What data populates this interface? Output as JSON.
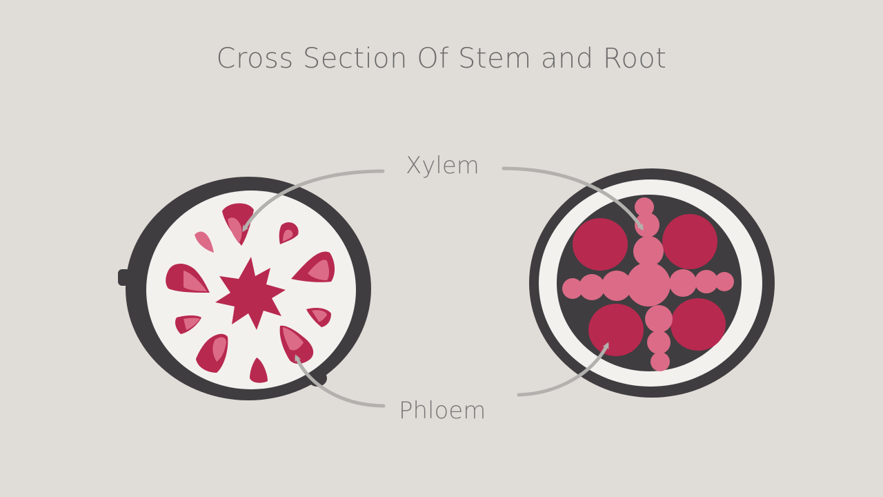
{
  "title": "Cross Section Of Stem and Root",
  "labels": {
    "xylem": "Xylem",
    "phloem": "Phloem"
  },
  "colors": {
    "background": "#e0ddd8",
    "outline": "#3f3d40",
    "interior": "#f3f1ee",
    "crimson": "#b8294f",
    "pink": "#dc6b87",
    "arrow": "#b3b1ae",
    "text": "#6b6b6b"
  }
}
